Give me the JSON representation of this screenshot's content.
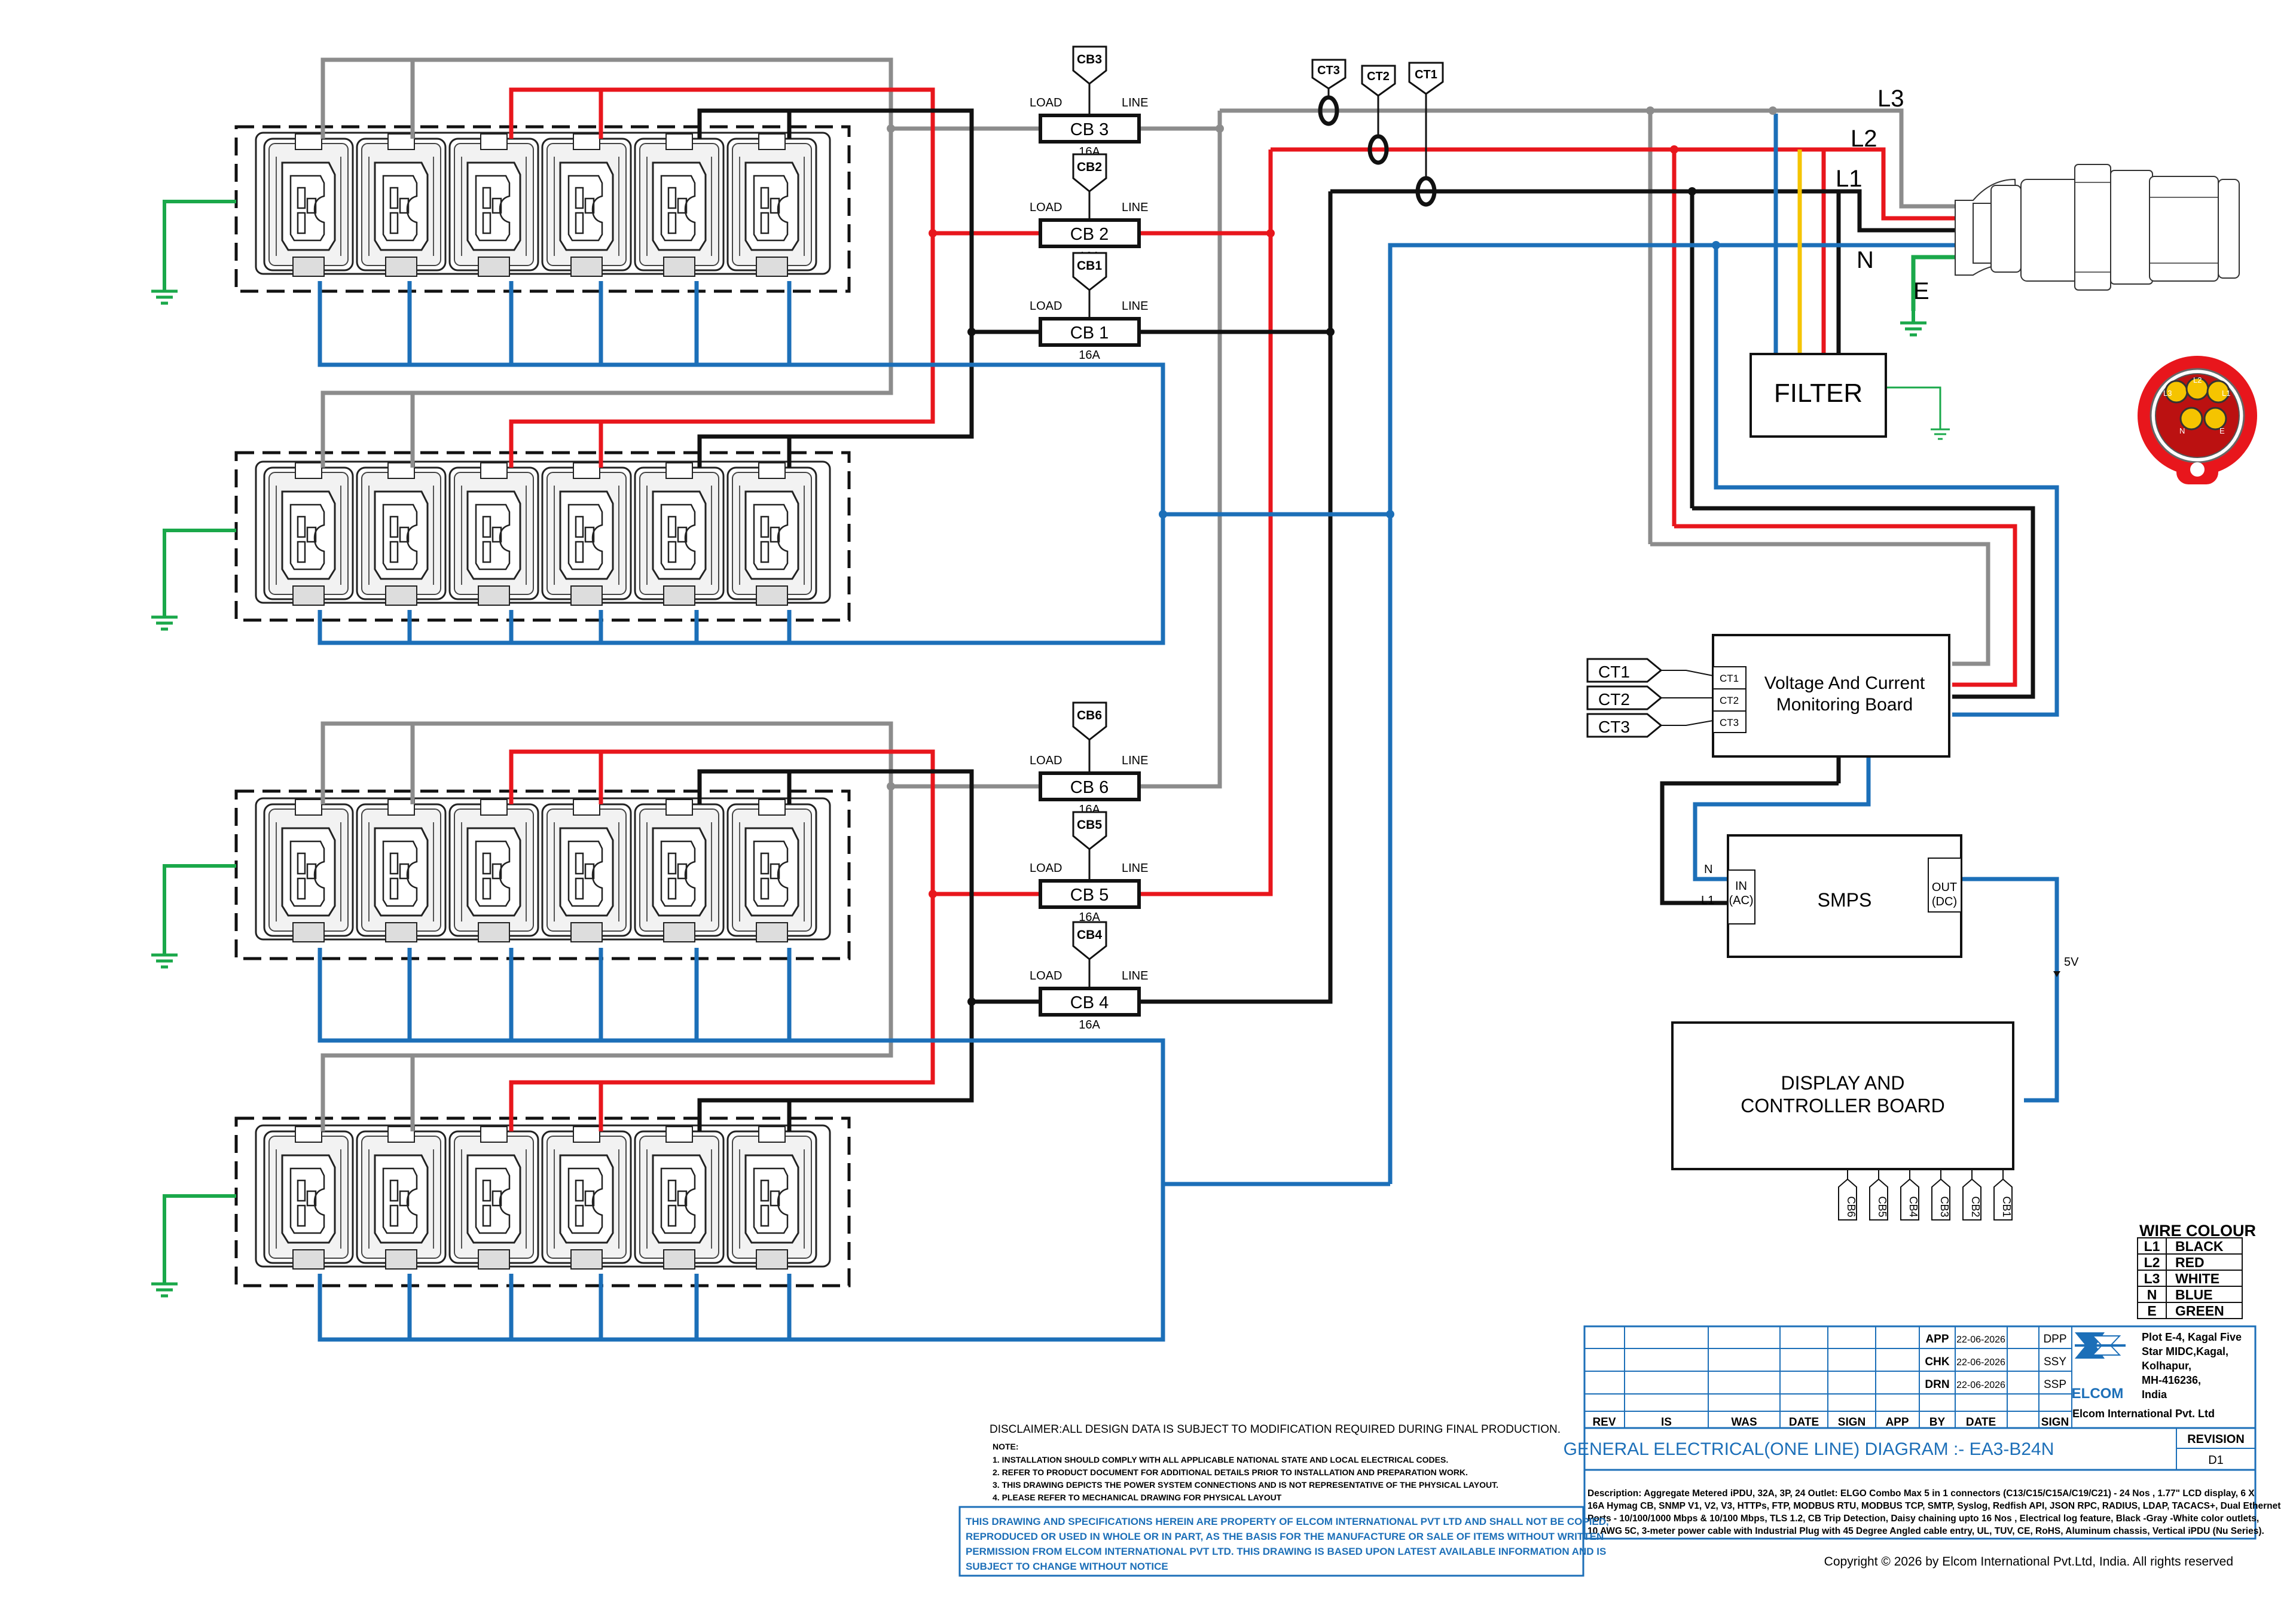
{
  "phases": {
    "l3": "L3",
    "l2": "L2",
    "l1": "L1",
    "n": "N",
    "e": "E"
  },
  "breakers": [
    {
      "label": "CB 3",
      "tag": "CB3",
      "rating": "16A",
      "load": "LOAD",
      "line": "LINE"
    },
    {
      "label": "CB 2",
      "tag": "CB2",
      "rating": "16A",
      "load": "LOAD",
      "line": "LINE"
    },
    {
      "label": "CB 1",
      "tag": "CB1",
      "rating": "16A",
      "load": "LOAD",
      "line": "LINE"
    },
    {
      "label": "CB 6",
      "tag": "CB6",
      "rating": "16A",
      "load": "LOAD",
      "line": "LINE"
    },
    {
      "label": "CB 5",
      "tag": "CB5",
      "rating": "16A",
      "load": "LOAD",
      "line": "LINE"
    },
    {
      "label": "CB 4",
      "tag": "CB4",
      "rating": "16A",
      "load": "LOAD",
      "line": "LINE"
    }
  ],
  "cts": [
    "CT3",
    "CT2",
    "CT1"
  ],
  "ct_inputs": [
    "CT1",
    "CT2",
    "CT3"
  ],
  "filter_label": "FILTER",
  "monitor_board": {
    "line1": "Voltage And Current",
    "line2": "Monitoring Board",
    "pins": [
      "CT1",
      "CT2",
      "CT3"
    ]
  },
  "smps": {
    "label": "SMPS",
    "in_label": "IN",
    "in_sub": "(AC)",
    "out_label": "OUT",
    "out_sub": "(DC)",
    "n_label": "N",
    "l1_label": "L1",
    "dc_label": "5V"
  },
  "display_board": {
    "line1": "DISPLAY AND",
    "line2": "CONTROLLER  BOARD",
    "tags": [
      "CB6",
      "CB5",
      "CB4",
      "CB3",
      "CB2",
      "CB1"
    ]
  },
  "plug_pins": [
    "L3",
    "L2",
    "L1",
    "N",
    "E"
  ],
  "wire_colour": {
    "title": "WIRE COLOUR",
    "rows": [
      {
        "code": "L1",
        "colour": "BLACK"
      },
      {
        "code": "L2",
        "colour": "RED"
      },
      {
        "code": "L3",
        "colour": "WHITE"
      },
      {
        "code": "N",
        "colour": "BLUE"
      },
      {
        "code": "E",
        "colour": "GREEN"
      }
    ]
  },
  "title_block": {
    "approvals": [
      {
        "role": "APP",
        "date": "22-06-2026",
        "initials": "DPP"
      },
      {
        "role": "CHK",
        "date": "22-06-2026",
        "initials": "SSY"
      },
      {
        "role": "DRN",
        "date": "22-06-2026",
        "initials": "SSP"
      }
    ],
    "revision_headers": [
      "REV",
      "IS",
      "WAS",
      "DATE",
      "SIGN",
      "APP",
      "BY",
      "DATE",
      "SIGN"
    ],
    "company_logo": "ELCOM",
    "address": [
      "Plot E-4, Kagal Five",
      "Star MIDC,Kagal,",
      "Kolhapur,",
      "MH-416236,",
      "India"
    ],
    "company_name": "Elcom International Pvt. Ltd",
    "title": "GENERAL ELECTRICAL(ONE LINE) DIAGRAM :- EA3-B24N",
    "revision_label": "REVISION",
    "revision_value": "D1",
    "description": [
      "Description:  Aggregate Metered iPDU, 32A, 3P, 24 Outlet: ELGO Combo Max 5 in 1 connectors (C13/C15/C15A/C19/C21) - 24 Nos , 1.77\" LCD display, 6 X",
      "16A Hymag CB,  SNMP V1, V2, V3, HTTPs, FTP, MODBUS RTU, MODBUS TCP, SMTP, Syslog, Redfish API, JSON RPC, RADIUS, LDAP, TACACS+, Dual Ethernet",
      "Ports - 10/100/1000 Mbps & 10/100 Mbps, TLS 1.2, CB Trip Detection, Daisy chaining upto 16 Nos , Electrical log feature, Black -Gray -White color outlets,",
      "10 AWG 5C, 3-meter power cable with Industrial Plug with 45 Degree Angled cable entry, UL, TUV, CE, RoHS,  Aluminum chassis, Vertical iPDU (Nu Series)."
    ]
  },
  "disclaimer": "DISCLAIMER:ALL DESIGN DATA IS SUBJECT TO MODIFICATION REQUIRED DURING FINAL PRODUCTION.",
  "notes": {
    "heading": "NOTE:",
    "items": [
      "1. INSTALLATION SHOULD COMPLY WITH ALL APPLICABLE NATIONAL STATE AND LOCAL ELECTRICAL CODES.",
      "2. REFER TO PRODUCT DOCUMENT FOR ADDITIONAL DETAILS PRIOR TO INSTALLATION AND PREPARATION WORK.",
      "3. THIS DRAWING DEPICTS THE POWER SYSTEM CONNECTIONS AND IS NOT REPRESENTATIVE OF THE PHYSICAL LAYOUT.",
      "4. PLEASE REFER TO MECHANICAL DRAWING FOR PHYSICAL LAYOUT"
    ]
  },
  "property_notice": [
    "THIS DRAWING AND SPECIFICATIONS  HEREIN ARE PROPERTY OF ELCOM INTERNATIONAL PVT LTD AND SHALL NOT BE COPIED,",
    "REPRODUCED OR USED IN WHOLE OR IN PART, AS THE BASIS FOR THE MANUFACTURE OR SALE OF ITEMS WITHOUT WRITTEN",
    "PERMISSION FROM ELCOM INTERNATIONAL PVT LTD. THIS DRAWING IS BASED UPON LATEST AVAILABLE INFORMATION AND IS",
    "SUBJECT TO CHANGE WITHOUT NOTICE"
  ],
  "copyright": "Copyright © 2026 by Elcom International Pvt.Ltd, India. All rights reserved",
  "colors": {
    "l1": "#111111",
    "l2": "#e8161c",
    "l3": "#8c8c8c",
    "n": "#1c6fb8",
    "e": "#1aa84a",
    "yellow": "#f5c400",
    "frame": "#1c6fb8",
    "logo": "#1c6fb8"
  }
}
